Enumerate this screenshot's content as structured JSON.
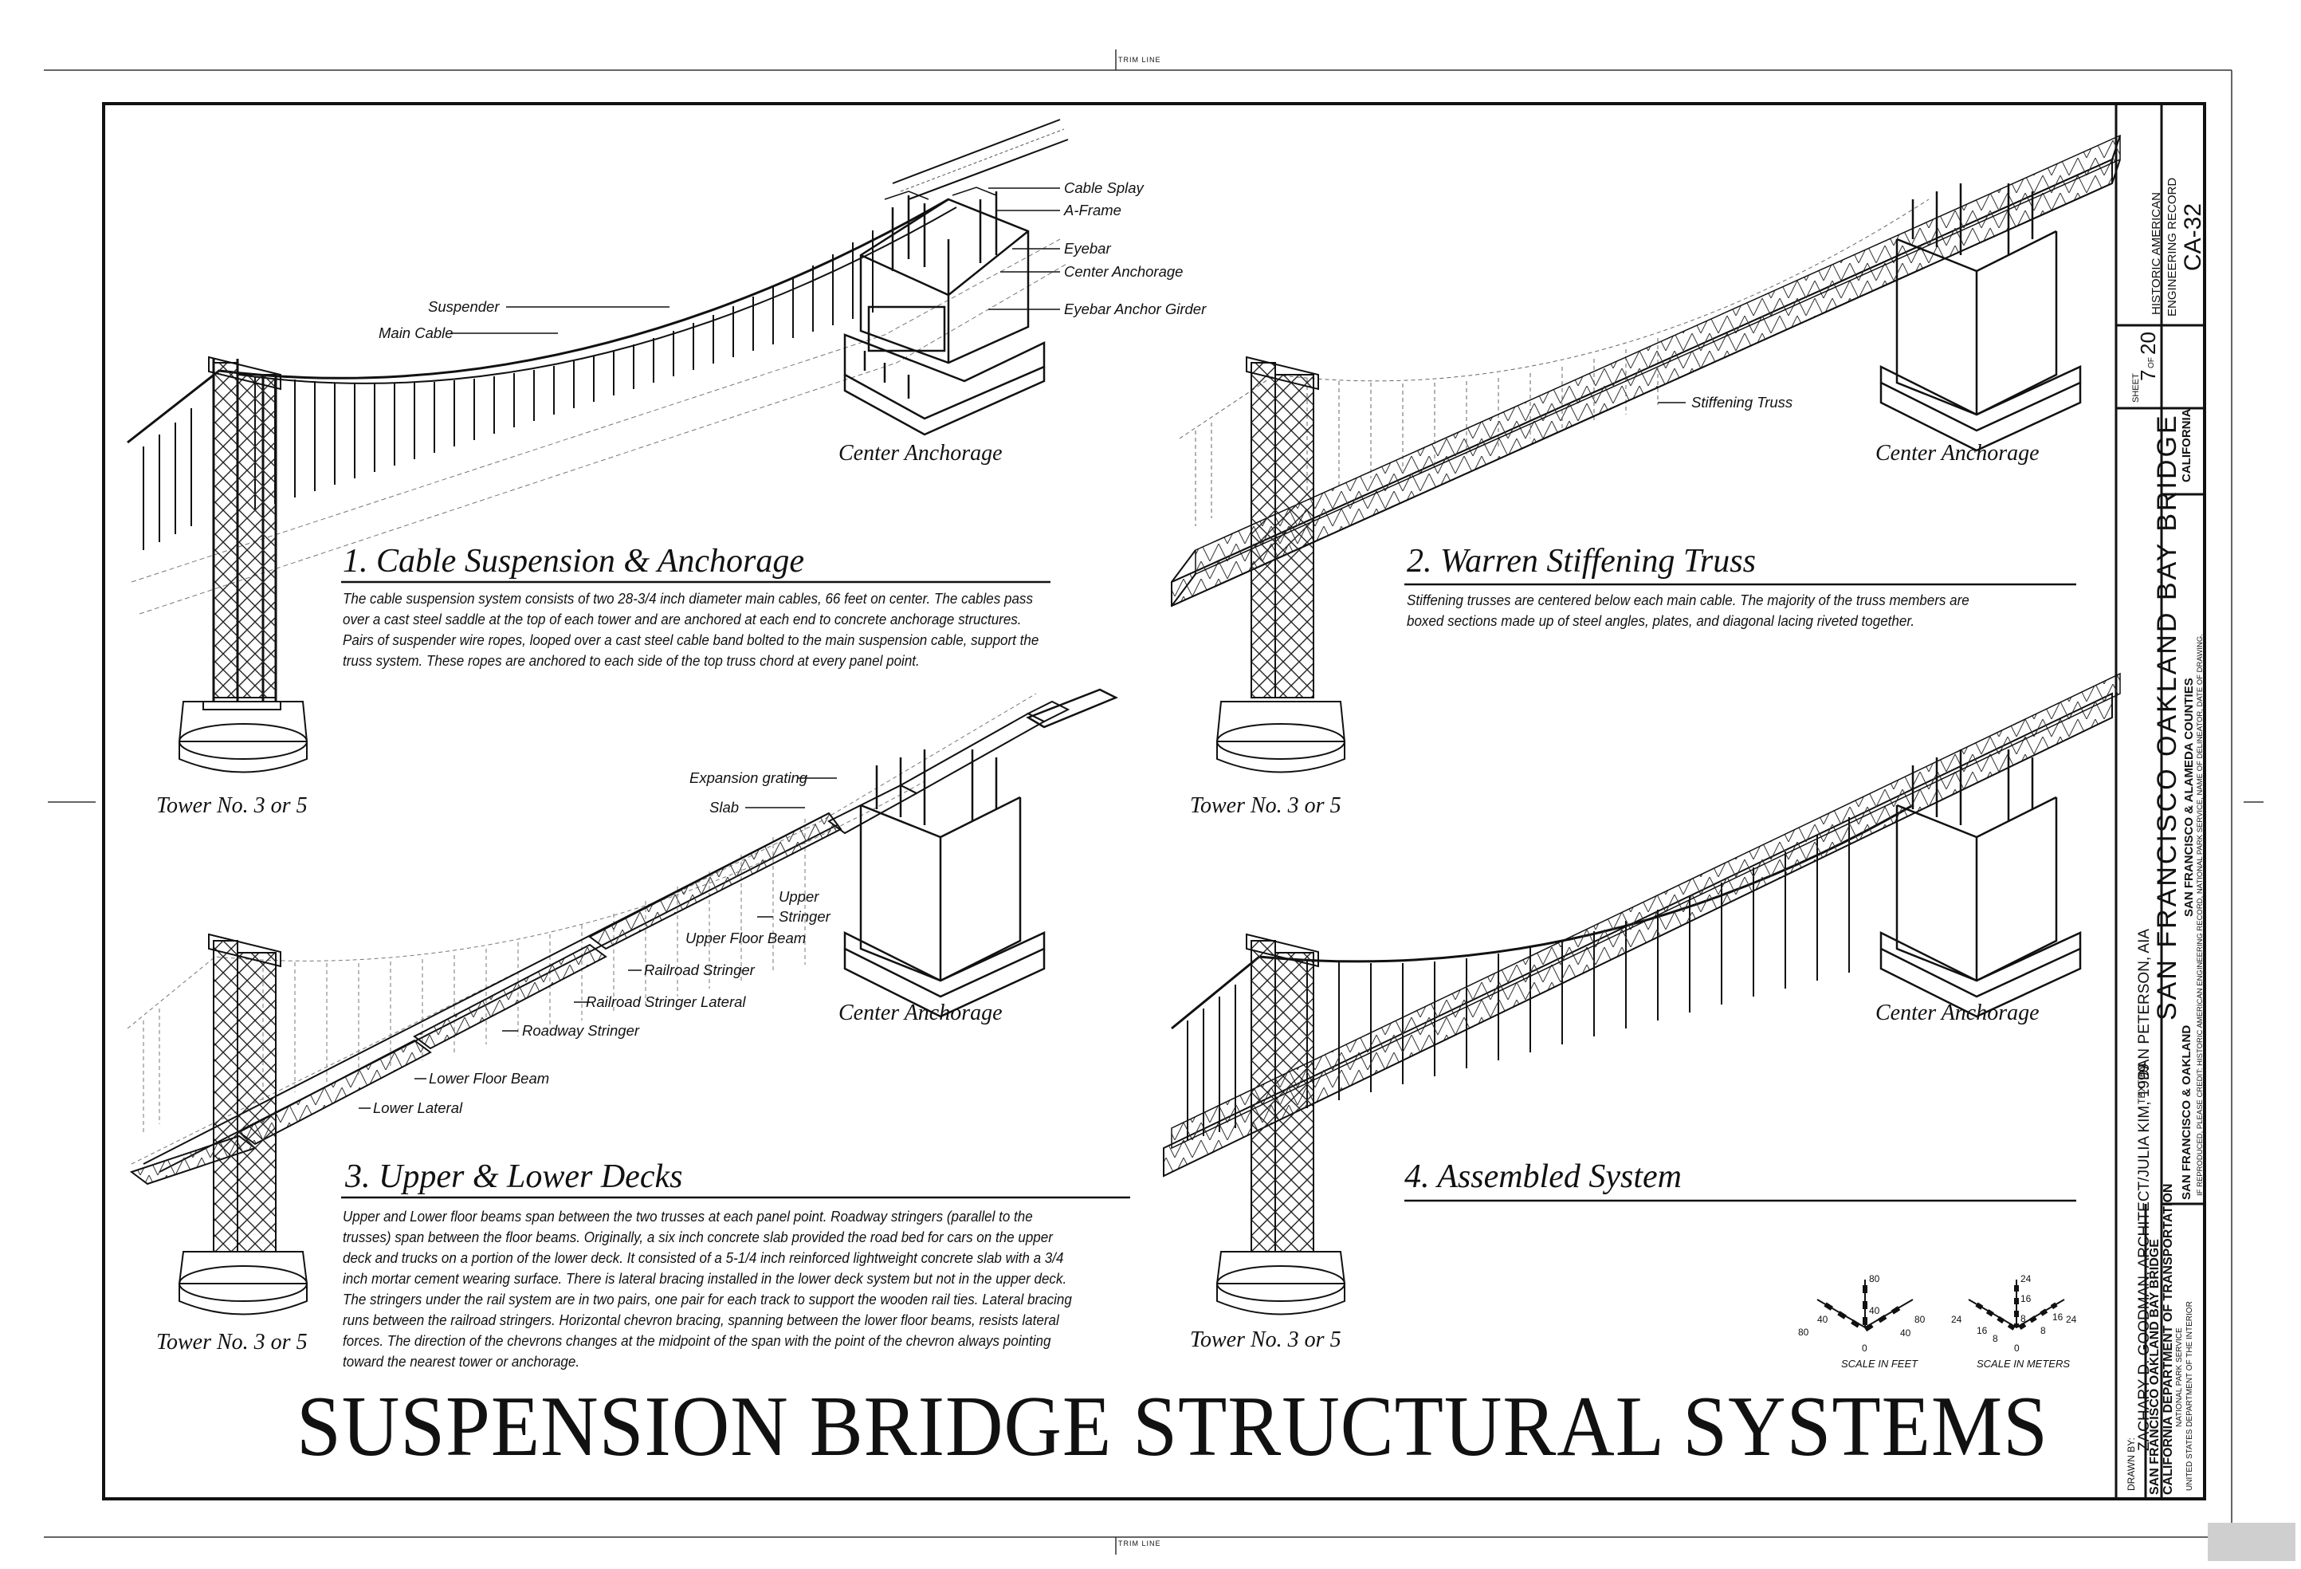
{
  "trim_line": "TRIM LINE",
  "sections": [
    {
      "title": "1. Cable Suspension & Anchorage",
      "description": "The cable suspension system consists of two 28-3/4 inch diameter main cables, 66 feet on center.  The cables pass over a cast steel saddle at the top of each tower and are anchored at each end to concrete anchorage structures. Pairs of suspender wire ropes, looped over a cast steel cable band bolted to the main suspension cable, support the truss system.  These ropes are anchored to each side of the top truss chord at every panel point.",
      "tower_caption": "Tower No. 3 or 5",
      "anchorage_caption": "Center Anchorage",
      "callouts": [
        "Cable Splay",
        "A-Frame",
        "Eyebar",
        "Center Anchorage",
        "Eyebar Anchor Girder",
        "Suspender",
        "Main Cable"
      ]
    },
    {
      "title": "2. Warren Stiffening Truss",
      "description": "Stiffening trusses are centered below each main cable.  The majority of the truss members are boxed sections made up of steel angles, plates, and diagonal lacing riveted together.",
      "tower_caption": "Tower No. 3 or 5",
      "anchorage_caption": "Center Anchorage",
      "callouts": [
        "Stiffening Truss"
      ]
    },
    {
      "title": "3. Upper & Lower Decks",
      "description": "Upper and Lower floor beams span between the two trusses at each panel point.  Roadway stringers (parallel to the trusses) span between the floor beams.  Originally, a six inch concrete slab provided the road bed for cars on the upper deck and trucks on a portion of the lower deck.  It consisted of a 5-1/4 inch reinforced lightweight concrete slab with a 3/4 inch mortar cement wearing surface.  There is lateral bracing installed in the lower deck system but not in the upper deck.  The stringers under the rail system are in two pairs, one pair for each track to support the wooden rail ties.  Lateral bracing runs between the railroad stringers. Horizontal chevron bracing, spanning between the lower floor beams, resists lateral forces.  The direction of the chevrons changes at the midpoint of the span with the point of the chevron always pointing toward the nearest tower or anchorage.",
      "tower_caption": "Tower No. 3 or 5",
      "anchorage_caption": "Center Anchorage",
      "callouts": [
        "Expansion grating",
        "Slab",
        "Upper",
        "Stringer",
        "Upper Floor Beam",
        "Railroad Stringer",
        "Railroad Stringer Lateral",
        "Roadway Stringer",
        "Lower Floor Beam",
        "Lower Lateral"
      ]
    },
    {
      "title": "4.  Assembled System",
      "tower_caption": "Tower No. 3 or 5",
      "anchorage_caption": "Center Anchorage"
    }
  ],
  "main_title": "SUSPENSION BRIDGE STRUCTURAL SYSTEMS",
  "scale": {
    "feet_label": "SCALE IN FEET",
    "meters_label": "SCALE IN METERS",
    "feet_ticks": [
      "80",
      "40",
      "0",
      "40",
      "80",
      "40",
      "80"
    ],
    "meters_ticks": [
      "24",
      "16",
      "8",
      "0",
      "8",
      "16",
      "24",
      "24",
      "16",
      "8"
    ]
  },
  "title_block": {
    "drawn_by_label": "DRAWN BY:",
    "drawn_by": "ZACHARY D. GOODMAN, ARCHITECT/JULIA KIM, 1999",
    "text_by_label": "TEXT BY:",
    "text_by": "DAN PETERSON, AIA",
    "sponsor_1": "SAN FRANCISCO OAKLAND BAY BRIDGE",
    "sponsor_2": "CALIFORNIA DEPARTMENT OF TRANSPORTATION",
    "agency_1": "NATIONAL PARK SERVICE",
    "agency_2": "UNITED STATES DEPARTMENT OF THE INTERIOR",
    "bridge_name": "SAN FRANCISCO OAKLAND BAY BRIDGE",
    "counties": "SAN FRANCISCO & ALAMEDA COUNTIES",
    "city": "SAN FRANCISCO & OAKLAND",
    "state": "CALIFORNIA",
    "credit": "IF REPRODUCED, PLEASE CREDIT: HISTORIC AMERICAN ENGINEERING RECORD, NATIONAL PARK SERVICE, NAME OF DELINEATOR, DATE OF DRAWING.",
    "sheet_label": "SHEET",
    "sheet": "7",
    "of_label": "OF",
    "sheet_total": "20",
    "record_1": "HISTORIC AMERICAN",
    "record_2": "ENGINEERING RECORD",
    "record_id": "CA-32"
  }
}
